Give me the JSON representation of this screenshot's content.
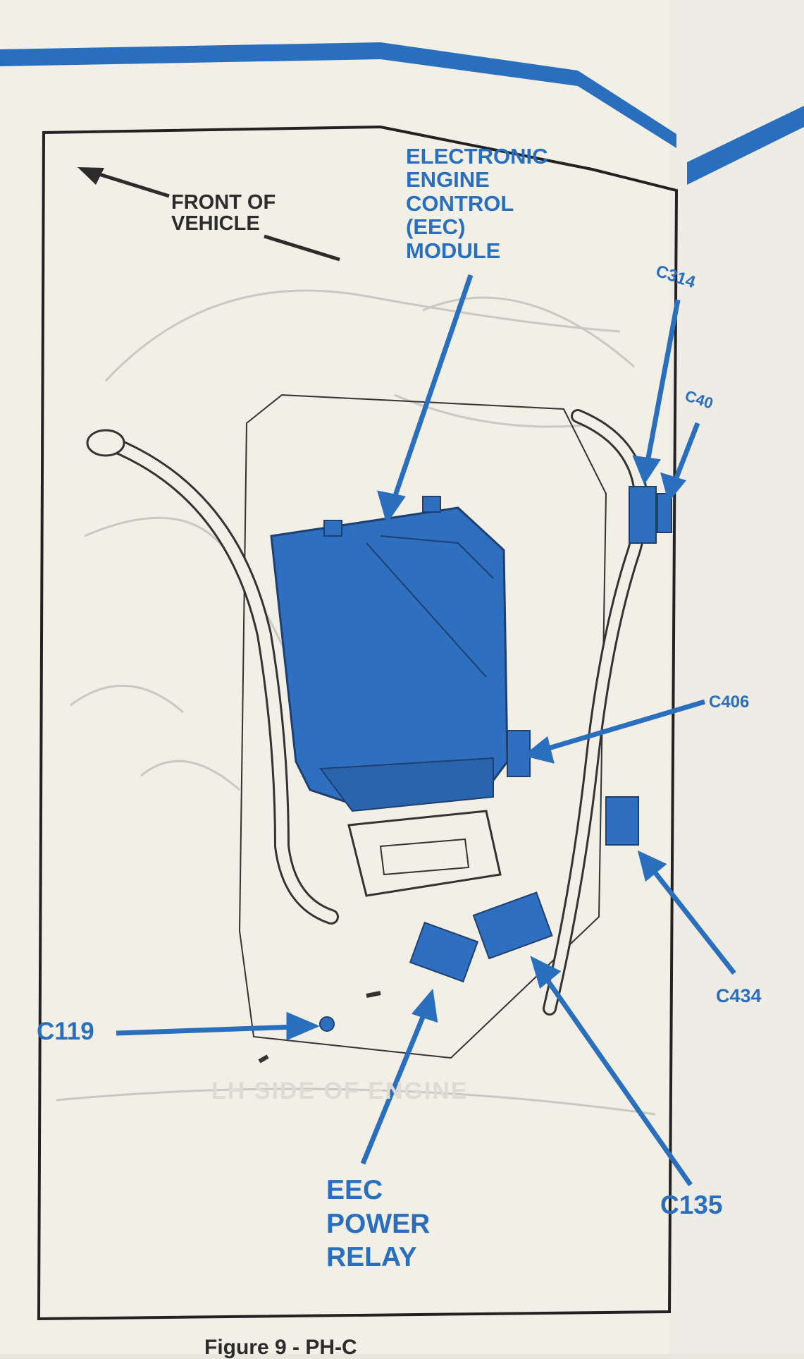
{
  "diagram": {
    "labels": {
      "front_of_vehicle": "FRONT OF\nVEHICLE",
      "eec_module": "ELECTRONIC\nENGINE\nCONTROL\n(EEC)\nMODULE",
      "c314": "C314",
      "c40x": "C40",
      "c406": "C406",
      "c434": "C434",
      "c119": "C119",
      "eec_power_relay": "EEC\nPOWER\nRELAY",
      "c135": "C135"
    },
    "faint_text": "LH SIDE OF ENGINE",
    "colors": {
      "accent_blue": "#2a6fbd",
      "component_blue": "#2f6fc0",
      "line_dark": "#2c2c2c",
      "paper": "#f1efe6"
    }
  },
  "caption": "Figure 9 - PH-C"
}
